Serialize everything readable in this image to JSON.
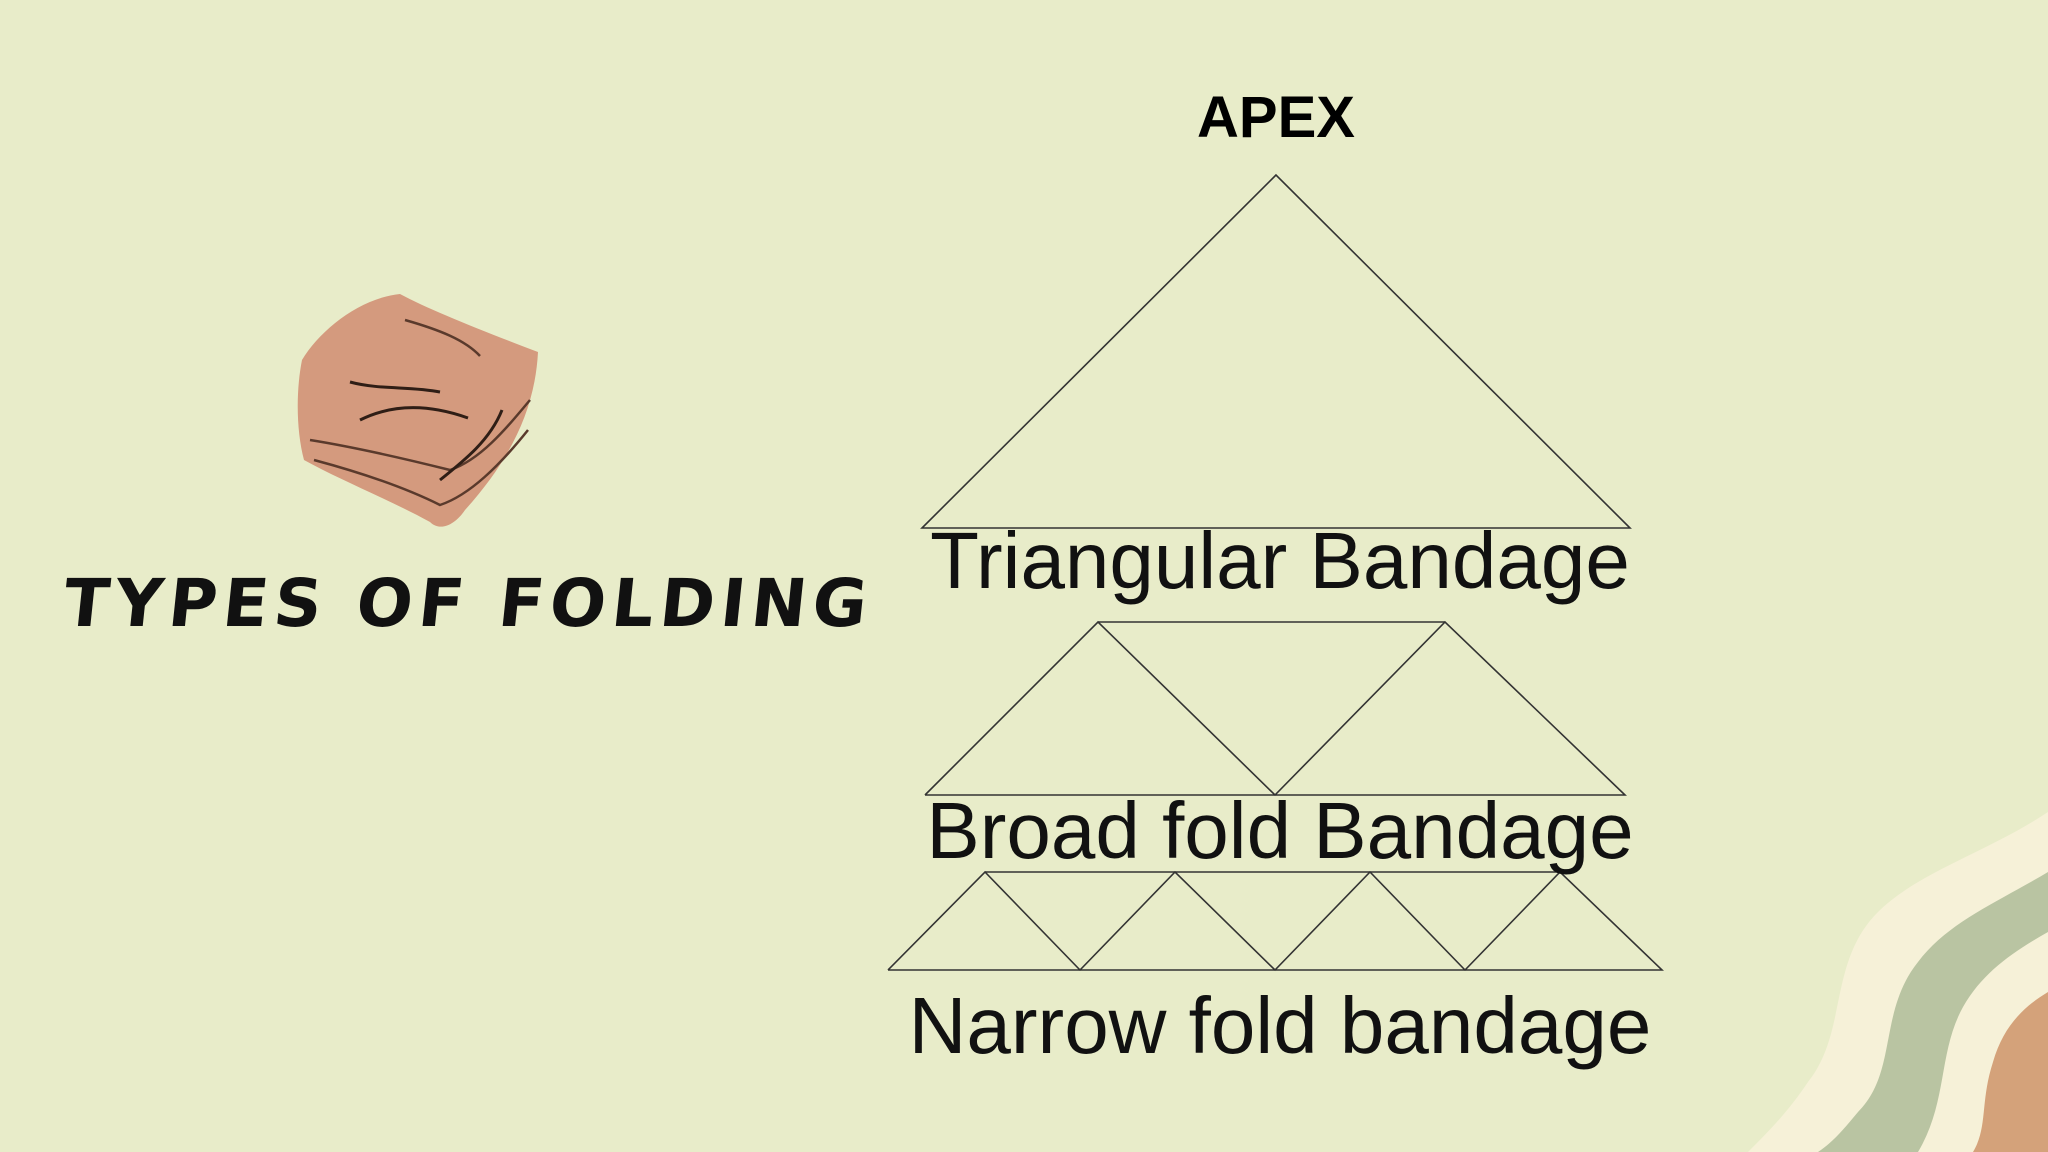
{
  "title": "TYPES OF FOLDING",
  "diagram": {
    "apex_label": "APEX",
    "folds": [
      {
        "label": "Triangular Bandage"
      },
      {
        "label": "Broad fold Bandage"
      },
      {
        "label": "Narrow fold bandage"
      }
    ]
  },
  "icons": {
    "cloth": "folded-cloth-icon",
    "corner": "decorative-waves"
  },
  "colors": {
    "background": "#e8ecc9",
    "cloth": "#d49a7e",
    "wave_green": "#b9c4a2",
    "wave_cream": "#f6f1d8",
    "wave_tan": "#d4a27a"
  }
}
